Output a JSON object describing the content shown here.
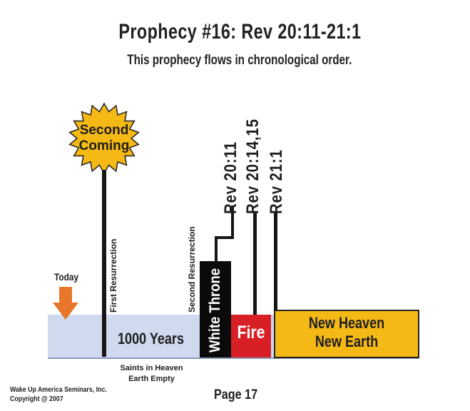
{
  "header": {
    "title": "Prophecy #16:  Rev 20:11-21:1",
    "subtitle": "This prophecy flows in chronological order."
  },
  "timeline": {
    "today_label": "Today",
    "starburst": {
      "line1": "Second",
      "line2": "Coming",
      "color": "#f5b915"
    },
    "first_resurrection": "First Resurrection",
    "second_resurrection": "Second Resurrection",
    "millennium": "1000 Years",
    "millennium_note_line1": "Saints in Heaven",
    "millennium_note_line2": "Earth Empty",
    "white_throne": "White Throne",
    "fire": "Fire",
    "new_heaven": "New Heaven",
    "new_earth": "New Earth",
    "refs": [
      "Rev 20:11",
      "Rev 20:14,15",
      "Rev 21:1"
    ],
    "colors": {
      "band": "#cfdaef",
      "arrow": "#e8762b",
      "white_throne": "#0a0a0a",
      "fire": "#d81f26",
      "new_earth": "#f5b915"
    }
  },
  "footer": {
    "publisher_line1": "Wake Up America Seminars, Inc.",
    "publisher_line2": "Copyright @ 2007",
    "page": "Page 17"
  }
}
